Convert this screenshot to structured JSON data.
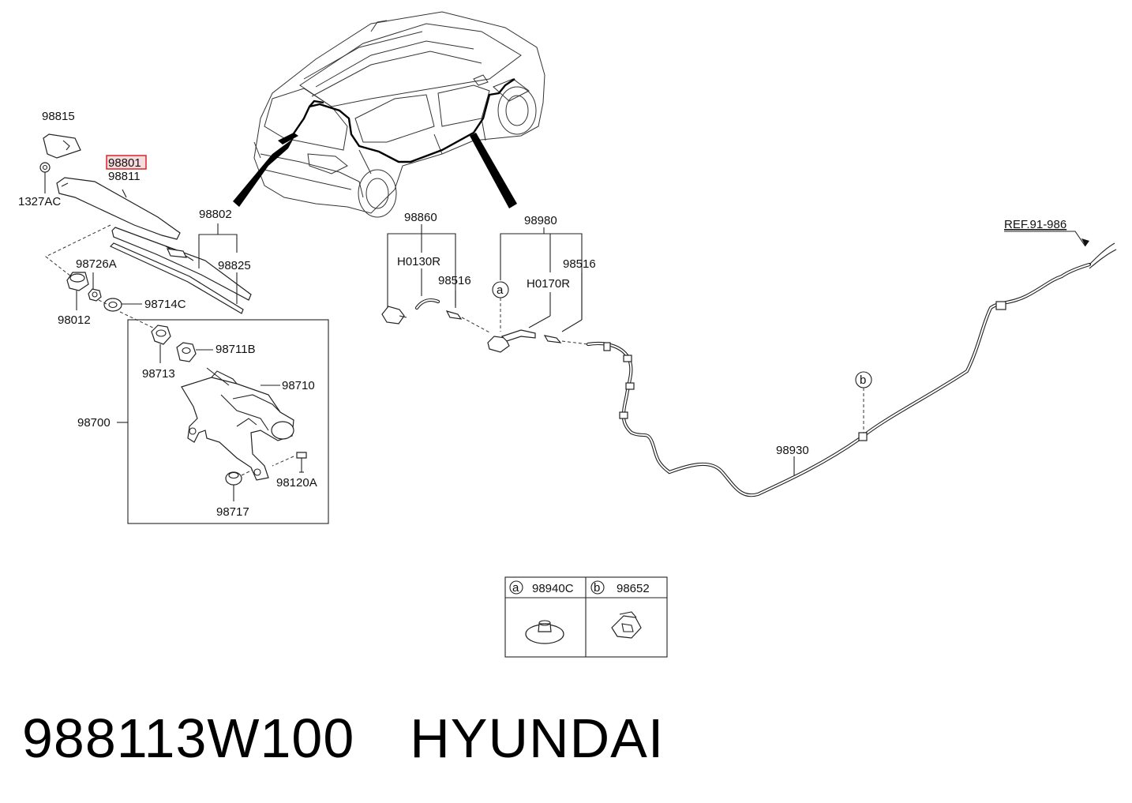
{
  "parts": {
    "p98815": "98815",
    "p98801": "98801",
    "p98811": "98811",
    "p1327AC": "1327AC",
    "p98802": "98802",
    "p98825": "98825",
    "p98726A": "98726A",
    "p98012": "98012",
    "p98714C": "98714C",
    "p98713": "98713",
    "p98711B": "98711B",
    "p98710": "98710",
    "p98700": "98700",
    "p98120A": "98120A",
    "p98717": "98717",
    "p98860": "98860",
    "pH0130R": "H0130R",
    "p98516a": "98516",
    "p98980": "98980",
    "p98516b": "98516",
    "pH0170R": "H0170R",
    "p98930": "98930",
    "ref": "REF.91-986"
  },
  "callouts": {
    "a": "a",
    "b": "b"
  },
  "legend": {
    "a_letter": "a",
    "a_part": "98940C",
    "b_letter": "b",
    "b_part": "98652"
  },
  "highlight": {
    "part": "98801",
    "color": "#d9252a"
  },
  "footer": {
    "part_number": "988113W100",
    "brand": "HYUNDAI"
  }
}
